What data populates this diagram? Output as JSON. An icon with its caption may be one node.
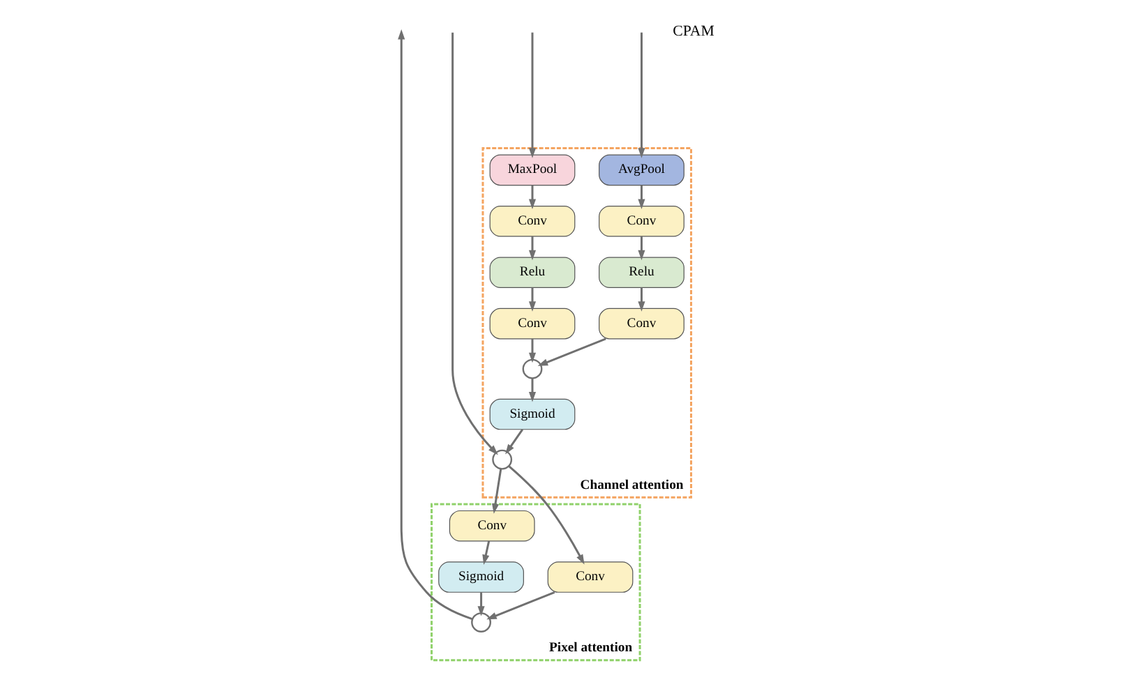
{
  "diagram": {
    "nodes": [
      {
        "text": [
          "Channel attention"
        ]
      },
      {
        "text": [
          "MaxPool"
        ],
        "in": 0
      },
      {
        "text": [
          "AvgPool"
        ],
        "in": 0
      },
      {
        "text": [
          "Conv"
        ],
        "in": 0
      },
      {
        "text": [
          "Conv"
        ],
        "in": 0
      },
      {
        "text": [
          "Relu"
        ],
        "in": 0
      },
      {
        "text": [
          "Relu"
        ],
        "in": 0
      },
      {
        "text": [
          "Conv"
        ],
        "in": 0
      },
      {
        "text": [
          "Conv"
        ],
        "in": 0
      },
      {
        "text": [],
        "shape": "circle",
        "in": 0
      },
      {
        "text": [
          "Sigmoid"
        ],
        "in": 0
      },
      {
        "text": [],
        "shape": "circle",
        "in": 0
      },
      {
        "text": [
          "Pixel attention"
        ]
      },
      {
        "text": [],
        "shape": "circle",
        "in": 12
      },
      {
        "text": [
          "Sigmoid"
        ],
        "in": 12
      },
      {
        "text": [
          "Conv"
        ],
        "in": 12
      },
      {
        "text": [
          "Conv"
        ],
        "in": 12
      }
    ],
    "edges": [
      {
        "from": null,
        "to": 1,
        "arrow": "to"
      },
      {
        "from": null,
        "to": 2,
        "arrow": "to"
      },
      {
        "from": null,
        "to": 11,
        "arrow": "to"
      },
      {
        "from": 1,
        "to": 3,
        "arrow": "to"
      },
      {
        "from": 3,
        "to": 5,
        "arrow": "to"
      },
      {
        "from": 5,
        "to": 7,
        "arrow": "to"
      },
      {
        "from": 2,
        "to": 4,
        "arrow": "to"
      },
      {
        "from": 4,
        "to": 6,
        "arrow": "to"
      },
      {
        "from": 6,
        "to": 8,
        "arrow": "to"
      },
      {
        "from": 7,
        "to": 9,
        "arrow": "to"
      },
      {
        "from": 8,
        "to": 9,
        "arrow": "to"
      },
      {
        "from": 9,
        "to": 10,
        "arrow": "to"
      },
      {
        "from": 10,
        "to": 11,
        "arrow": "to"
      },
      {
        "from": 11,
        "to": 15,
        "arrow": "to"
      },
      {
        "from": 11,
        "to": 16,
        "arrow": "to"
      },
      {
        "from": 15,
        "to": 14,
        "arrow": "to"
      },
      {
        "from": 14,
        "to": 13,
        "arrow": "to"
      },
      {
        "from": 16,
        "to": 13,
        "arrow": "to"
      },
      {
        "from": 13,
        "to": null,
        "arrow": "to"
      }
    ],
    "labels": [
      "CPAM"
    ]
  }
}
